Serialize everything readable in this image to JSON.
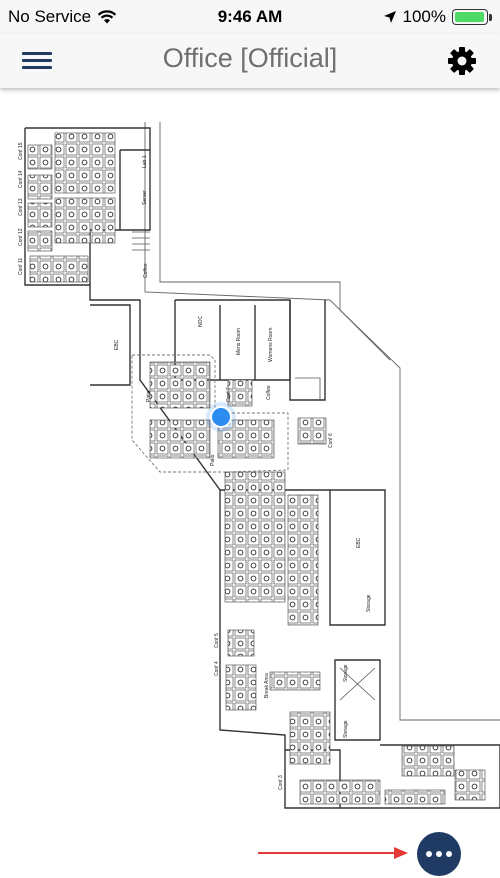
{
  "status_bar": {
    "carrier": "No Service",
    "time": "9:46 AM",
    "battery_text": "100%",
    "battery_level": 1.0
  },
  "nav_bar": {
    "title": "Office [Official]",
    "menu_icon": "hamburger-menu-icon",
    "settings_icon": "gear-icon"
  },
  "floor_plan": {
    "room_labels": {
      "conf15": "Conf 15",
      "conf14": "Conf 14",
      "conf13": "Conf 13",
      "conf12": "Conf 12",
      "conf11": "Conf 11",
      "lab1": "Lab 1",
      "server": "Server",
      "coffee_top": "Coffee",
      "ebc_left": "EBC",
      "noc": "NOC",
      "mens_room": "Mens Room",
      "womens_room": "Womens Room",
      "patio_top": "Patio",
      "conf7": "Conf 7",
      "coffee_mid": "Coffee",
      "patio_bottom": "Patio",
      "conf6": "Conf 6",
      "ebc_right": "EBC",
      "storage_right": "Storage",
      "conf5": "Conf 5",
      "conf4": "Conf 4",
      "break_area": "Break Area",
      "storage_mid": "Storage",
      "storage_low": "Storage",
      "conf3": "Conf 3"
    },
    "location_marker_color": "#2d8cf0"
  },
  "more_button": {
    "icon": "more-dots-icon",
    "color": "#1f3b64"
  },
  "hint_arrow_color": "#e53935"
}
